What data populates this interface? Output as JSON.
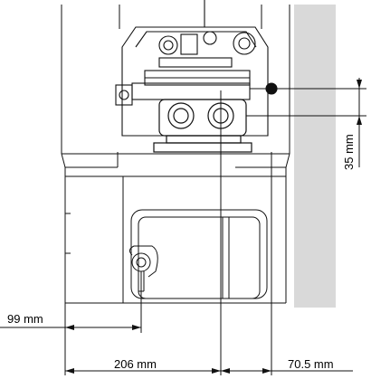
{
  "dimensions": {
    "d99": {
      "value": 99,
      "unit": "mm",
      "text": "99 mm"
    },
    "d206": {
      "value": 206,
      "unit": "mm",
      "text": "206 mm"
    },
    "d705": {
      "value": 70.5,
      "unit": "mm",
      "text": "70.5 mm"
    },
    "d35": {
      "value": 35,
      "unit": "mm",
      "text": "35 mm"
    }
  },
  "colors": {
    "line": "#111111",
    "wall": "#d9d9d9",
    "background": "#ffffff"
  }
}
